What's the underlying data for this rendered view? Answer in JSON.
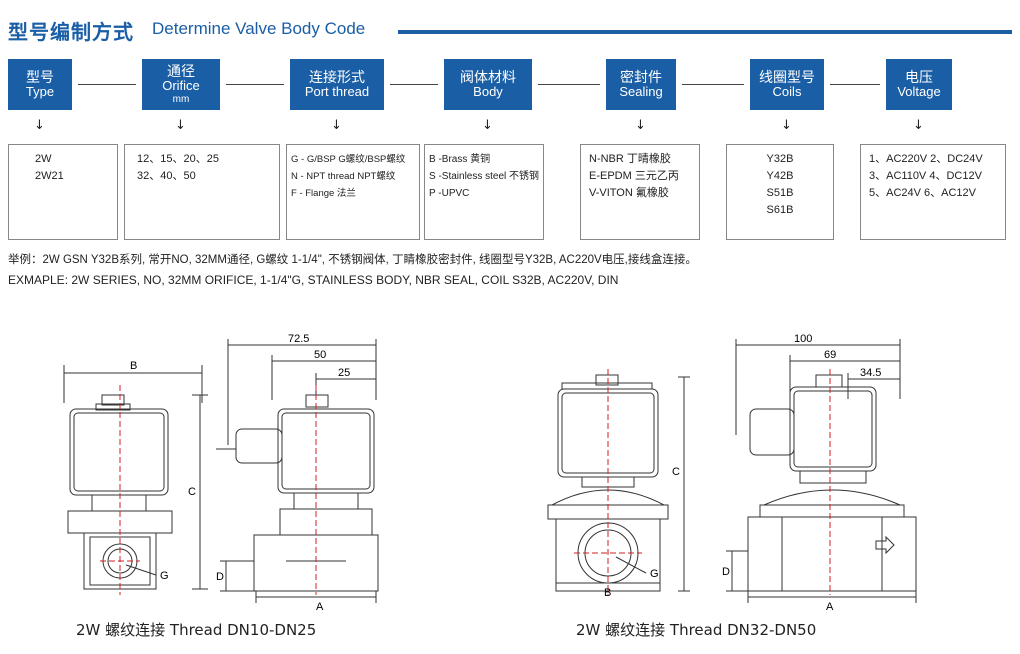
{
  "header": {
    "title_cn": "型号编制方式",
    "title_en": "Determine Valve Body Code"
  },
  "categories": [
    {
      "cn": "型号",
      "en": "Type",
      "sub": ""
    },
    {
      "cn": "通径",
      "en": "Orifice",
      "sub": "mm"
    },
    {
      "cn": "连接形式",
      "en": "Port thread",
      "sub": ""
    },
    {
      "cn": "阀体材料",
      "en": "Body",
      "sub": ""
    },
    {
      "cn": "密封件",
      "en": "Sealing",
      "sub": ""
    },
    {
      "cn": "线圈型号",
      "en": "Coils",
      "sub": ""
    },
    {
      "cn": "电压",
      "en": "Voltage",
      "sub": ""
    }
  ],
  "arrow_glyph": "↓",
  "options": {
    "type": [
      "2W",
      "2W21"
    ],
    "orifice": [
      "12、15、20、25",
      "32、40、50"
    ],
    "port_thread": [
      "G - G/BSP G螺纹/BSP螺纹",
      "N - NPT thread NPT螺纹",
      "F - Flange 法兰"
    ],
    "body": [
      "B -Brass 黄铜",
      "S -Stainless steel 不锈钢",
      "P -UPVC"
    ],
    "sealing": [
      "N-NBR 丁晴橡胶",
      "E-EPDM 三元乙丙",
      "V-VITON 氟橡胶"
    ],
    "coils": [
      "Y32B",
      "Y42B",
      "S51B",
      "S61B"
    ],
    "voltage": [
      "1、AC220V  2、DC24V",
      "3、AC110V  4、DC12V",
      "5、AC24V    6、AC12V"
    ]
  },
  "example_cn": "举例：2W GSN Y32B系列, 常开NO, 32MM通径, G螺纹 1-1/4\", 不锈钢阀体, 丁睛橡胶密封件, 线圈型号Y32B, AC220V电压,接线盒连接。",
  "example_en": "EXMAPLE: 2W SERIES, NO, 32MM ORIFICE, 1-1/4\"G, STAINLESS BODY, NBR SEAL, COIL S32B, AC220V, DIN",
  "drawings": {
    "left": {
      "labels": {
        "B": "B",
        "C": "C",
        "D": "D",
        "G": "G",
        "A": "A"
      },
      "dims": [
        "72.5",
        "50",
        "25"
      ],
      "caption": "2W 螺纹连接 Thread   DN10-DN25"
    },
    "right": {
      "labels": {
        "B": "B",
        "C": "C",
        "D": "D",
        "G": "G",
        "A": "A"
      },
      "dims": [
        "100",
        "69",
        "34.5"
      ],
      "caption": "2W 螺纹连接 Thread   DN32-DN50"
    }
  },
  "colors": {
    "brand": "#1a5ea6",
    "line": "#333333",
    "centerline": "#d02020"
  }
}
